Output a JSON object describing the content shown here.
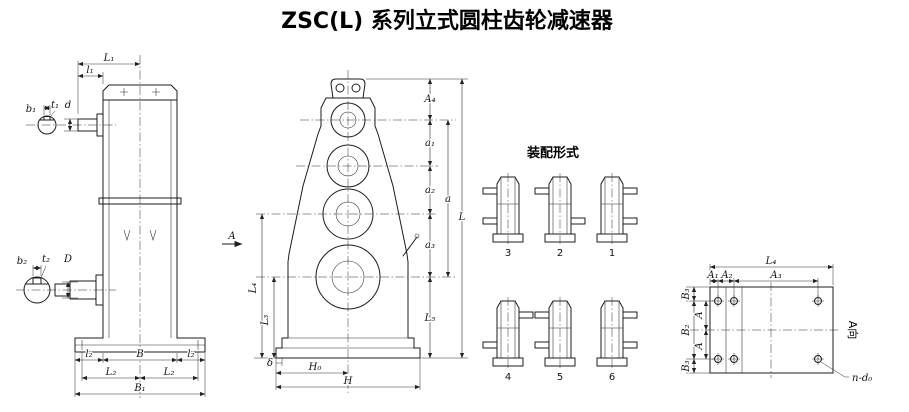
{
  "title": "ZSC(L) 系列立式圆柱齿轮减速器",
  "side_view": {
    "dims": {
      "L1": "L₁",
      "l1": "l₁",
      "d": "d",
      "b1": "b₁",
      "t1": "t₁",
      "b2": "b₂",
      "t2": "t₂",
      "D": "D",
      "l2_left": "l₂",
      "B": "B",
      "l2_right": "l₂",
      "L2_left": "L₂",
      "L2_right": "L₂",
      "B1": "B₁"
    }
  },
  "front_view": {
    "view_arrow": "A",
    "dims": {
      "A4": "A₄",
      "a1": "a₁",
      "a2": "a₂",
      "a3": "a₃",
      "a": "a",
      "L": "L",
      "L5": "L₅",
      "L4": "L₄",
      "L3": "L₃",
      "delta": "δ",
      "H0": "H₀",
      "H": "H"
    }
  },
  "assembly": {
    "heading": "装配形式",
    "forms": [
      "3",
      "2",
      "1",
      "4",
      "5",
      "6"
    ]
  },
  "flange_view": {
    "view_label": "A向",
    "holes_label": "n-d₀",
    "dims": {
      "L4": "L₄",
      "A1": "A₁",
      "A2": "A₂",
      "A3": "A₃",
      "B3_top": "B₃",
      "B2": "B₂",
      "B3_bottom": "B₃",
      "A_top": "A",
      "A_bottom": "A"
    }
  }
}
